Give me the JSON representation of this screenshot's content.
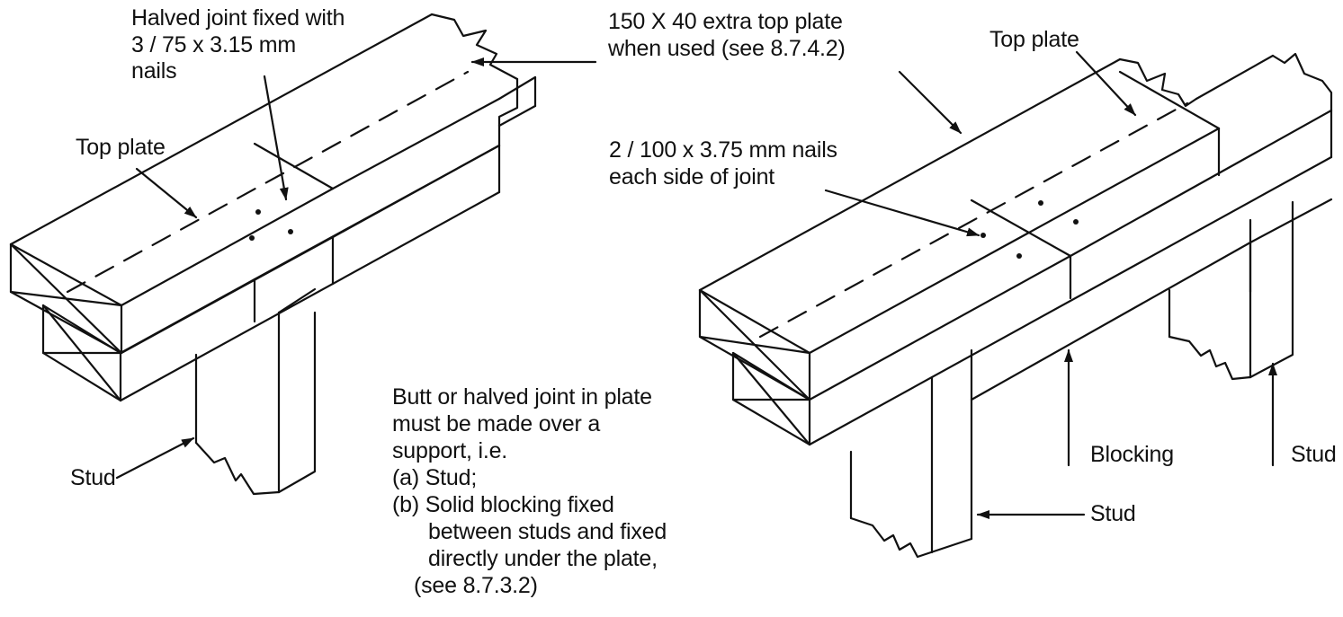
{
  "colors": {
    "line": "#111111",
    "background": "#ffffff"
  },
  "left_figure": {
    "halved_joint_note": [
      "Halved joint fixed with",
      "3 / 75 x 3.15 mm",
      "nails"
    ],
    "top_plate_label": "Top plate",
    "stud_label": "Stud"
  },
  "center_note": {
    "lines": [
      "Butt or halved joint in plate",
      "must be made over a",
      "support, i.e.",
      "(a) Stud;",
      "(b) Solid blocking fixed",
      "between studs and fixed",
      "directly under the plate,",
      "(see 8.7.3.2)"
    ]
  },
  "right_figure": {
    "extra_plate_note": [
      "150 X 40 extra top plate",
      "when used (see 8.7.4.2)"
    ],
    "top_plate_label": "Top plate",
    "nails_note": [
      "2 / 100 x 3.75 mm nails",
      "each side of joint"
    ],
    "blocking_label": "Blocking",
    "stud_label_right": "Stud",
    "stud_label_bottom": "Stud"
  }
}
